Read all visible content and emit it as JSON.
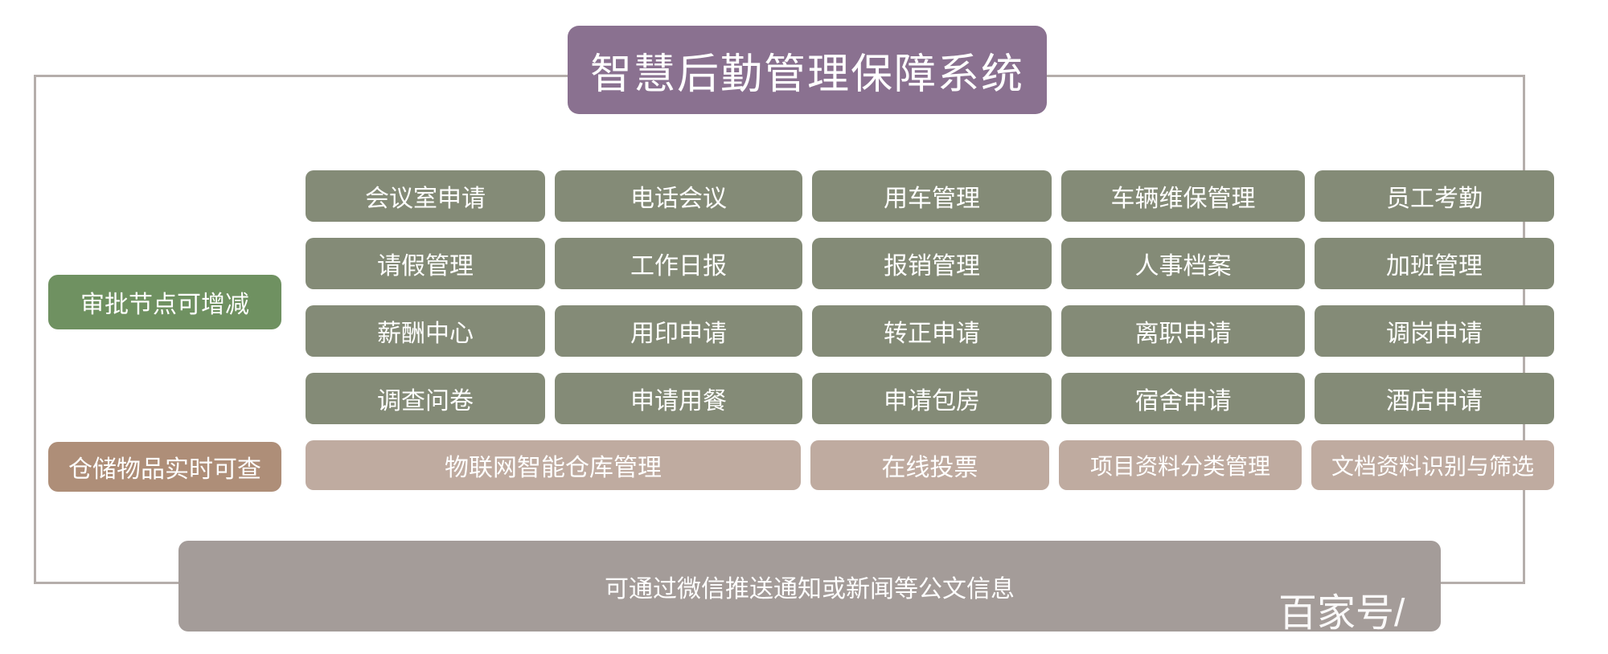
{
  "title": {
    "text": "智慧后勤管理保障系统"
  },
  "side_labels": {
    "approval": "审批节点可增减",
    "storage": "仓储物品实时可查"
  },
  "modules": {
    "rows": [
      {
        "cells": [
          "会议室申请",
          "电话会议",
          "用车管理",
          "车辆维保管理",
          "员工考勤"
        ]
      },
      {
        "cells": [
          "请假管理",
          "工作日报",
          "报销管理",
          "人事档案",
          "加班管理"
        ]
      },
      {
        "cells": [
          "薪酬中心",
          "用印申请",
          "转正申请",
          "离职申请",
          "调岗申请"
        ]
      },
      {
        "cells": [
          "调查问卷",
          "申请用餐",
          "申请包房",
          "宿舍申请",
          "酒店申请"
        ]
      }
    ],
    "storage_row": {
      "cells": [
        "物联网智能仓库管理",
        "在线投票",
        "项目资料分类管理",
        "文档资料识别与筛选"
      ]
    }
  },
  "bottom_bar": {
    "text": "可通过微信推送通知或新闻等公文信息"
  },
  "watermark": {
    "text": "百家号/"
  },
  "colors": {
    "title_banner": "#8a7190",
    "module_button": "#848b77",
    "storage_button": "#bfaba0",
    "approval_label": "#6f9161",
    "storage_label": "#ae8e78",
    "bottom_bar": "#a49c99",
    "frame_border": "#b5aeab"
  }
}
